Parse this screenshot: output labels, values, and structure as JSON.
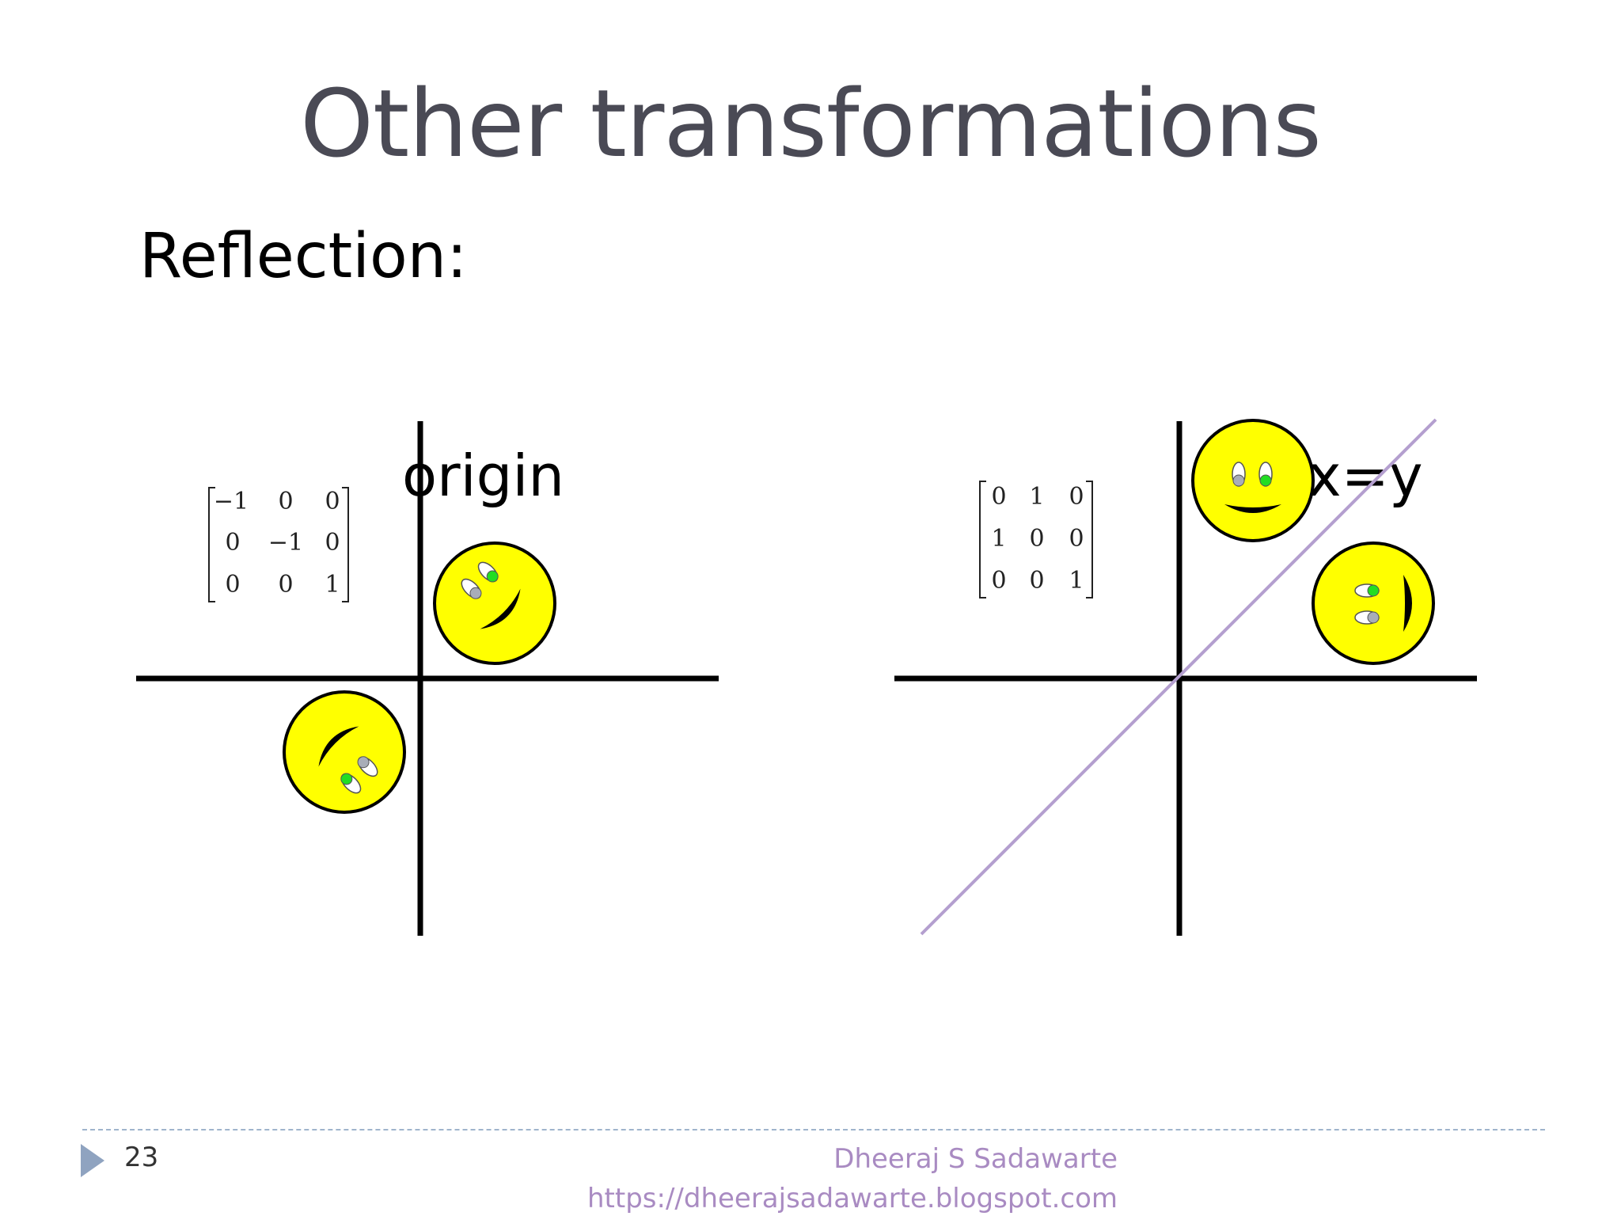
{
  "slide": {
    "title": "Other transformations",
    "subtitle": "Reflection:"
  },
  "left_panel": {
    "label": "origin",
    "matrix": [
      [
        "−1",
        "0",
        "0"
      ],
      [
        "0",
        "−1",
        "0"
      ],
      [
        "0",
        "0",
        "1"
      ]
    ]
  },
  "right_panel": {
    "label": "x=y",
    "matrix": [
      [
        "0",
        "1",
        "0"
      ],
      [
        "1",
        "0",
        "0"
      ],
      [
        "0",
        "0",
        "1"
      ]
    ]
  },
  "footer": {
    "page_number": "23",
    "author": "Dheeraj S Sadawarte",
    "url": "https://dheerajsadawarte.blogspot.com"
  },
  "colors": {
    "title": "#4a4a55",
    "face_fill": "#ffff00",
    "eye_green": "#22dd22",
    "eye_grey": "#a8adb8",
    "reflection_line": "#b49fcf",
    "footer_text": "#a98bc2",
    "footer_arrow": "#8fa3c0",
    "divider": "#9fb4cc"
  },
  "icons": {
    "footer_bullet": "triangle-right-icon",
    "faces": "smiley-face-icon"
  }
}
